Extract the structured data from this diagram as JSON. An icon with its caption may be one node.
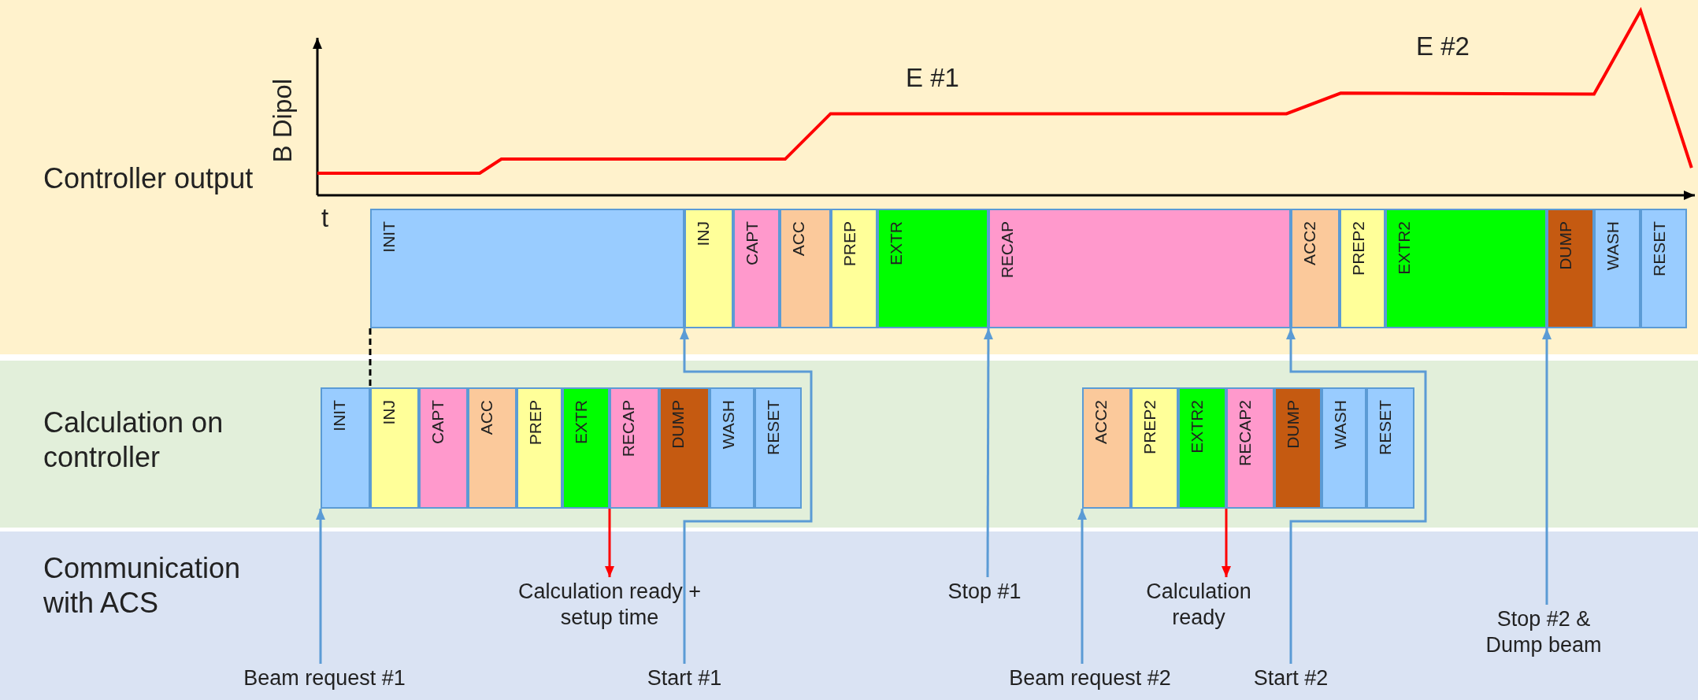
{
  "diagram": {
    "nodes": [
      {
        "text": [
          "Controller output"
        ]
      },
      {
        "text": [
          "INIT"
        ],
        "in": 0
      },
      {
        "text": [
          "INJ"
        ],
        "in": 0
      },
      {
        "text": [
          "CAPT"
        ],
        "in": 0
      },
      {
        "text": [
          "ACC"
        ],
        "in": 0
      },
      {
        "text": [
          "PREP"
        ],
        "in": 0
      },
      {
        "text": [
          "EXTR"
        ],
        "in": 0
      },
      {
        "text": [
          "RECAP"
        ],
        "in": 0
      },
      {
        "text": [
          "ACC2"
        ],
        "in": 0
      },
      {
        "text": [
          "PREP2"
        ],
        "in": 0
      },
      {
        "text": [
          "EXTR2"
        ],
        "in": 0
      },
      {
        "text": [
          "DUMP"
        ],
        "in": 0
      },
      {
        "text": [
          "WASH"
        ],
        "in": 0
      },
      {
        "text": [
          "RESET"
        ],
        "in": 0
      },
      {
        "text": [
          "Calculation on controller"
        ]
      },
      {
        "text": [
          "INIT"
        ],
        "in": 14
      },
      {
        "text": [
          "INJ"
        ],
        "in": 14
      },
      {
        "text": [
          "CAPT"
        ],
        "in": 14
      },
      {
        "text": [
          "ACC"
        ],
        "in": 14
      },
      {
        "text": [
          "PREP"
        ],
        "in": 14
      },
      {
        "text": [
          "EXTR"
        ],
        "in": 14
      },
      {
        "text": [
          "RECAP"
        ],
        "in": 14
      },
      {
        "text": [
          "DUMP"
        ],
        "in": 14
      },
      {
        "text": [
          "WASH"
        ],
        "in": 14
      },
      {
        "text": [
          "RESET"
        ],
        "in": 14
      },
      {
        "text": [
          "ACC2"
        ],
        "in": 14
      },
      {
        "text": [
          "PREP2"
        ],
        "in": 14
      },
      {
        "text": [
          "EXTR2"
        ],
        "in": 14
      },
      {
        "text": [
          "RECAP2"
        ],
        "in": 14
      },
      {
        "text": [
          "DUMP"
        ],
        "in": 14
      },
      {
        "text": [
          "WASH"
        ],
        "in": 14
      },
      {
        "text": [
          "RESET"
        ],
        "in": 14
      },
      {
        "text": [
          "Communication with ACS"
        ]
      },
      {
        "text": [
          "Beam request #1"
        ],
        "in": 32
      },
      {
        "text": [
          "Calculation ready + setup time"
        ],
        "in": 32
      },
      {
        "text": [
          "Start #1"
        ],
        "in": 32
      },
      {
        "text": [
          "Stop #1"
        ],
        "in": 32
      },
      {
        "text": [
          "Beam request #2"
        ],
        "in": 32
      },
      {
        "text": [
          "Calculation ready"
        ],
        "in": 32
      },
      {
        "text": [
          "Start #2"
        ],
        "in": 32
      },
      {
        "text": [
          "Stop #2 & Dump beam"
        ],
        "in": 32
      }
    ],
    "edges": [
      {
        "from": 33,
        "to": 15,
        "arrow": "to"
      },
      {
        "from": 21,
        "to": 34,
        "arrow": "to",
        "color": "#ff0000"
      },
      {
        "from": 35,
        "to": 2,
        "arrow": "to"
      },
      {
        "from": 36,
        "to": 7,
        "arrow": "to"
      },
      {
        "from": 37,
        "to": 25,
        "arrow": "to"
      },
      {
        "from": 28,
        "to": 38,
        "arrow": "to",
        "color": "#ff0000"
      },
      {
        "from": 39,
        "to": 8,
        "arrow": "to"
      },
      {
        "from": 40,
        "to": 11,
        "arrow": "to"
      },
      {
        "from": 15,
        "to": 1,
        "arrow": "none",
        "style": "dashed",
        "color": "#000000"
      }
    ],
    "labels": [
      "B Dipol",
      "E #1",
      "E #2",
      "t"
    ]
  }
}
